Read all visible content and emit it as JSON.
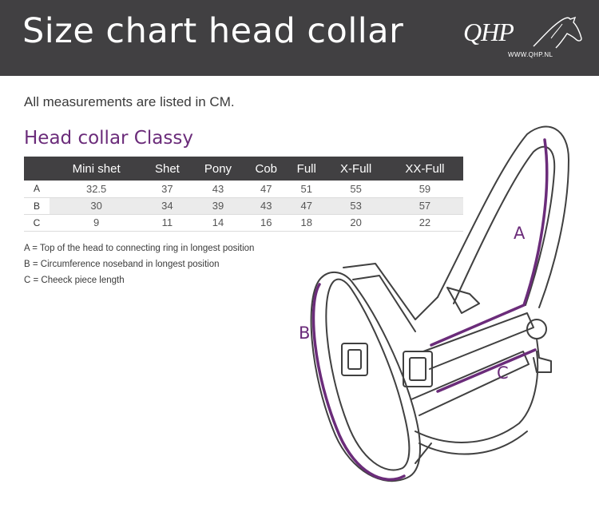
{
  "header": {
    "title": "Size chart head collar",
    "logo_text": "QHP",
    "logo_url": "WWW.QHP.NL"
  },
  "intro": "All measurements are listed in CM.",
  "section_title": "Head collar Classy",
  "table": {
    "columns": [
      "Mini shet",
      "Shet",
      "Pony",
      "Cob",
      "Full",
      "X-Full",
      "XX-Full"
    ],
    "rows": [
      {
        "label": "A",
        "values": [
          "32.5",
          "37",
          "43",
          "47",
          "51",
          "55",
          "59"
        ]
      },
      {
        "label": "B",
        "values": [
          "30",
          "34",
          "39",
          "43",
          "47",
          "53",
          "57"
        ]
      },
      {
        "label": "C",
        "values": [
          "9",
          "11",
          "14",
          "16",
          "18",
          "20",
          "22"
        ]
      }
    ]
  },
  "legend": [
    "A = Top of the head to connecting ring in longest position",
    "B = Circumference noseband in longest position",
    "C = Cheeck piece length"
  ],
  "diagram": {
    "label_a": "A",
    "label_b": "B",
    "label_c": "C"
  },
  "colors": {
    "header_bg": "#414042",
    "accent": "#6b2c7a",
    "outline": "#404040"
  },
  "icons": [
    "horse-head-logo-icon",
    "head-collar-illustration"
  ]
}
